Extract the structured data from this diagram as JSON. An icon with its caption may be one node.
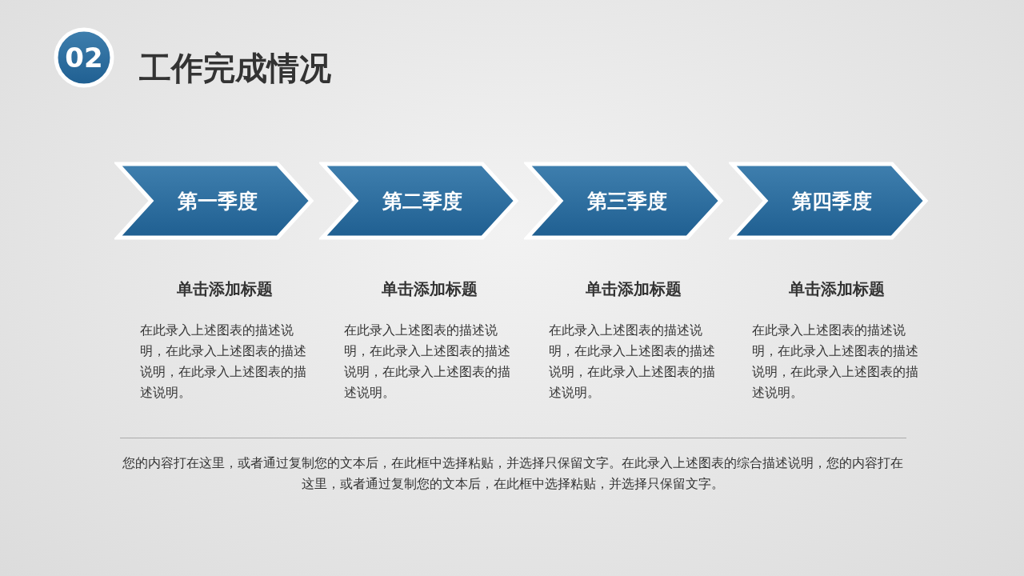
{
  "diagram": {
    "title": "工作完成情况",
    "nodes": [
      {
        "text": [
          "02"
        ]
      },
      {
        "text": [
          "第一季度"
        ],
        "beside": [
          "单击添加标题",
          "在此录入上述图表的描述说明，在此录入上述图表的描述说明，在此录入上述图表的描述说明。"
        ]
      },
      {
        "text": [
          "第二季度"
        ],
        "beside": [
          "单击添加标题",
          "在此录入上述图表的描述说明，在此录入上述图表的描述说明，在此录入上述图表的描述说明。"
        ]
      },
      {
        "text": [
          "第三季度"
        ],
        "beside": [
          "单击添加标题",
          "在此录入上述图表的描述说明，在此录入上述图表的描述说明，在此录入上述图表的描述说明。"
        ]
      },
      {
        "text": [
          "第四季度"
        ],
        "beside": [
          "单击添加标题",
          "在此录入上述图表的描述说明，在此录入上述图表的描述说明，在此录入上述图表的描述说明。"
        ]
      }
    ],
    "labels": [
      "您的内容打在这里，或者通过复制您的文本后，在此框中选择粘贴，并选择只保留文字。在此录入上述图表的综合描述说明，您的内容打在这里，或者通过复制您的文本后，在此框中选择粘贴，并选择只保留文字。"
    ]
  }
}
